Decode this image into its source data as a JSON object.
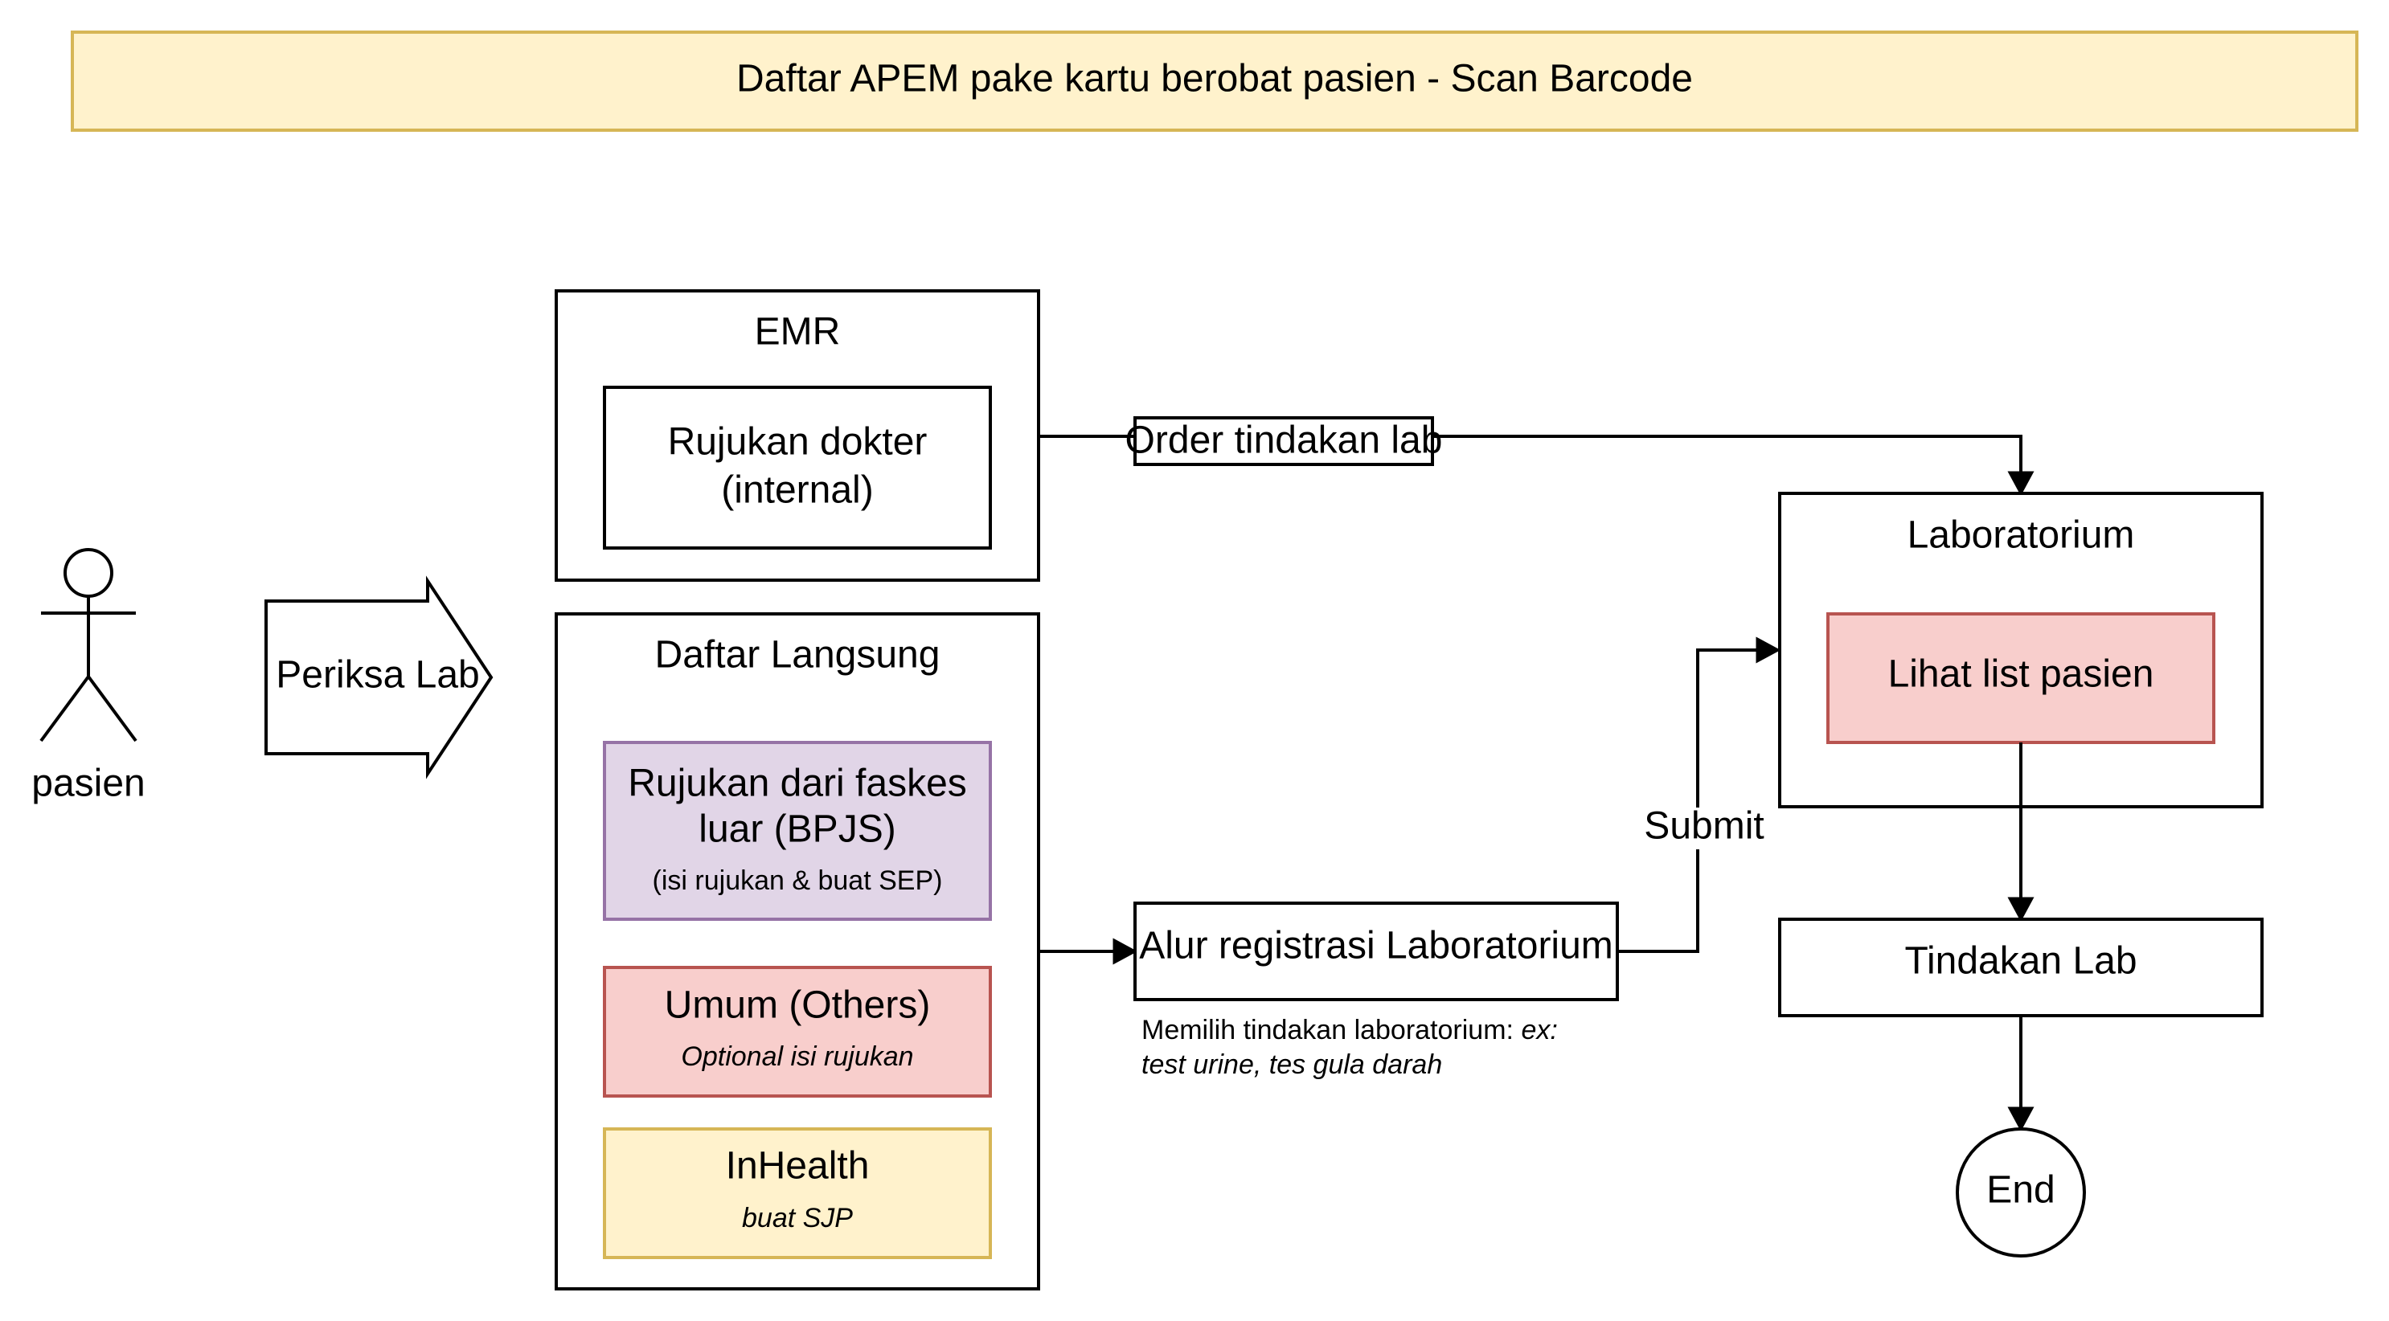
{
  "banner": {
    "text": "Daftar APEM pake kartu berobat pasien - Scan Barcode"
  },
  "actor": {
    "label": "pasien"
  },
  "action_arrow": {
    "label": "Periksa Lab"
  },
  "emr": {
    "title": "EMR",
    "item": {
      "line1": "Rujukan dokter",
      "line2": "(internal)"
    }
  },
  "daftar_langsung": {
    "title": "Daftar Langsung",
    "bpjs": {
      "line1": "Rujukan dari faskes",
      "line2": "luar (BPJS)",
      "note": "(isi rujukan & buat SEP)"
    },
    "umum": {
      "label": "Umum (Others)",
      "note": "Optional isi rujukan"
    },
    "inhealth": {
      "label": "InHealth",
      "note": "buat SJP"
    }
  },
  "order_label": "Order tindakan lab",
  "alur": {
    "label": "Alur registrasi Laboratorium",
    "note_prefix": "Memilih tindakan laboratorium: ",
    "note_ex": "ex:",
    "note_line2": "test urine, tes gula darah"
  },
  "submit_label": "Submit",
  "laboratorium": {
    "title": "Laboratorium",
    "item": "Lihat list pasien"
  },
  "tindakan_lab": "Tindakan Lab",
  "end_label": "End",
  "colors": {
    "banner_fill": "#fff2cc",
    "banner_stroke": "#d6b656",
    "purple_fill": "#e1d5e7",
    "purple_stroke": "#9673a6",
    "red_fill": "#f8cecc",
    "red_stroke": "#b85450",
    "yellow_fill": "#fff2cc",
    "yellow_stroke": "#d6b656",
    "line": "#000000"
  }
}
